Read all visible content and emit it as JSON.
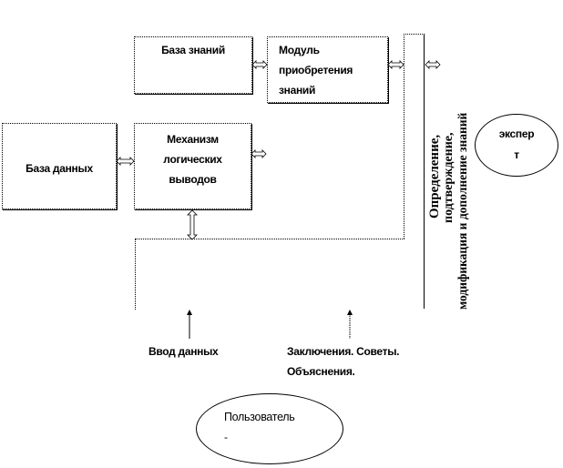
{
  "diagram": {
    "knowledge_base": "База знаний",
    "acquisition_module": [
      "Модуль",
      "приобретения",
      "знаний"
    ],
    "database": "База данных",
    "inference_engine": [
      "Механизм",
      "логических",
      "выводов"
    ],
    "knowledge_ops": [
      "Определение,",
      "подтверждение,",
      "модификация и дополнение знаний"
    ],
    "expert": [
      "экспер",
      "т"
    ],
    "data_input": "Ввод данных",
    "conclusions": [
      "Заключения. Советы.",
      "Объяснения."
    ],
    "user": [
      "Пользователь",
      "-"
    ]
  }
}
